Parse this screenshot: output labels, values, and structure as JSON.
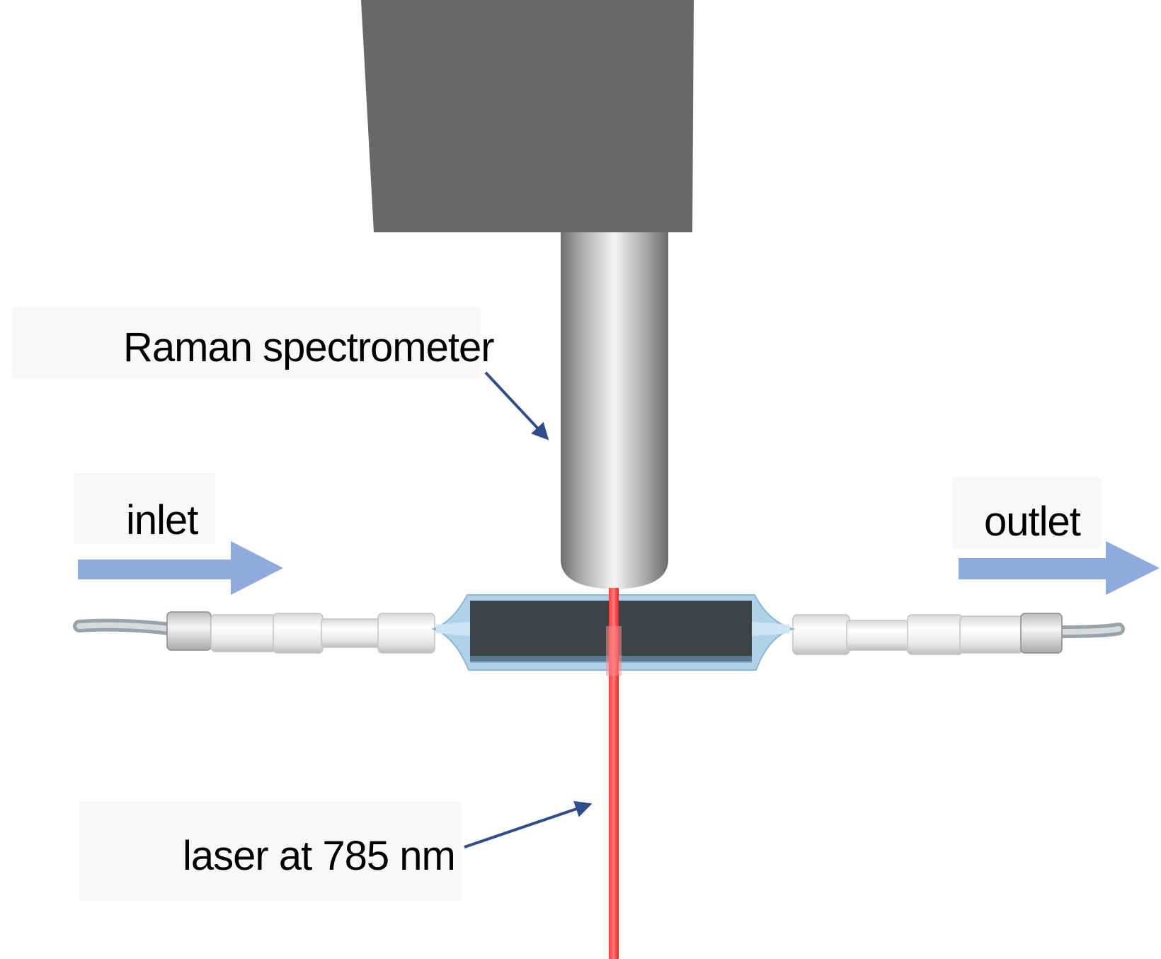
{
  "labels": {
    "spectrometer": "Raman spectrometer",
    "inlet": "inlet",
    "outlet": "outlet",
    "laser": "laser at 785 nm"
  },
  "colors": {
    "housing": "#666869",
    "probe_light": "#f2f2f2",
    "probe_dark": "#6e6e6e",
    "laser": "#ff2a2a",
    "flow_arrow": "#8faadc",
    "pointer_arrow": "#2f4d8a",
    "cell_dark": "#3e4347",
    "cell_glass": "#a9cde6",
    "tubing": "#b7c0c4",
    "fitting": "#eeeeee"
  },
  "icons": {
    "flow_in": "arrow-right-icon",
    "flow_out": "arrow-right-icon",
    "pointer": "arrow-icon"
  }
}
